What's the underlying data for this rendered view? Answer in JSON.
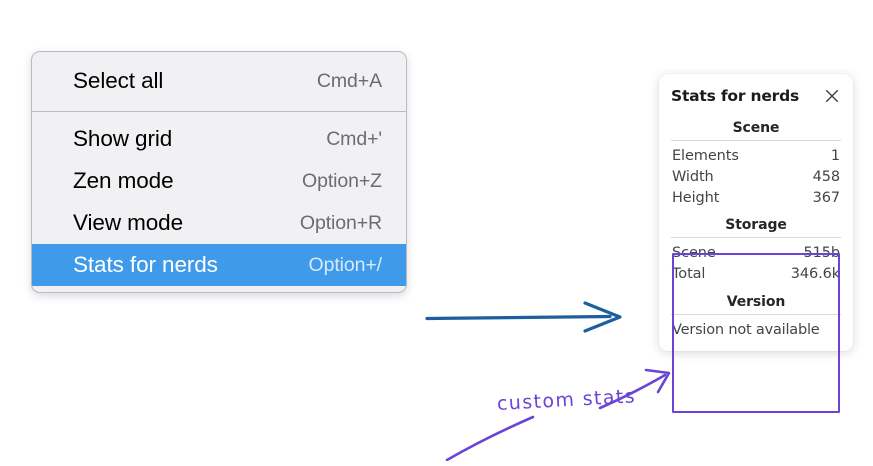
{
  "context_menu": {
    "groups": [
      {
        "items": [
          {
            "label": "Select all",
            "shortcut": "Cmd+A",
            "highlighted": false
          }
        ]
      },
      {
        "items": [
          {
            "label": "Show grid",
            "shortcut": "Cmd+'",
            "highlighted": false
          },
          {
            "label": "Zen mode",
            "shortcut": "Option+Z",
            "highlighted": false
          },
          {
            "label": "View mode",
            "shortcut": "Option+R",
            "highlighted": false
          },
          {
            "label": "Stats for nerds",
            "shortcut": "Option+/",
            "highlighted": true
          }
        ]
      }
    ],
    "highlight_color": "#3f9bea"
  },
  "stats_panel": {
    "title": "Stats for nerds",
    "close_icon": "close-icon",
    "sections": [
      {
        "heading": "Scene",
        "rows": [
          {
            "key": "Elements",
            "value": "1"
          },
          {
            "key": "Width",
            "value": "458"
          },
          {
            "key": "Height",
            "value": "367"
          }
        ]
      },
      {
        "heading": "Storage",
        "rows": [
          {
            "key": "Scene",
            "value": "515b"
          },
          {
            "key": "Total",
            "value": "346.6k"
          }
        ]
      },
      {
        "heading": "Version",
        "note": "Version not available",
        "rows": []
      }
    ]
  },
  "annotations": {
    "handwritten_label": "custom stats",
    "flow_arrow_color": "#1f5e9e",
    "highlight_color": "#6a44d6"
  }
}
